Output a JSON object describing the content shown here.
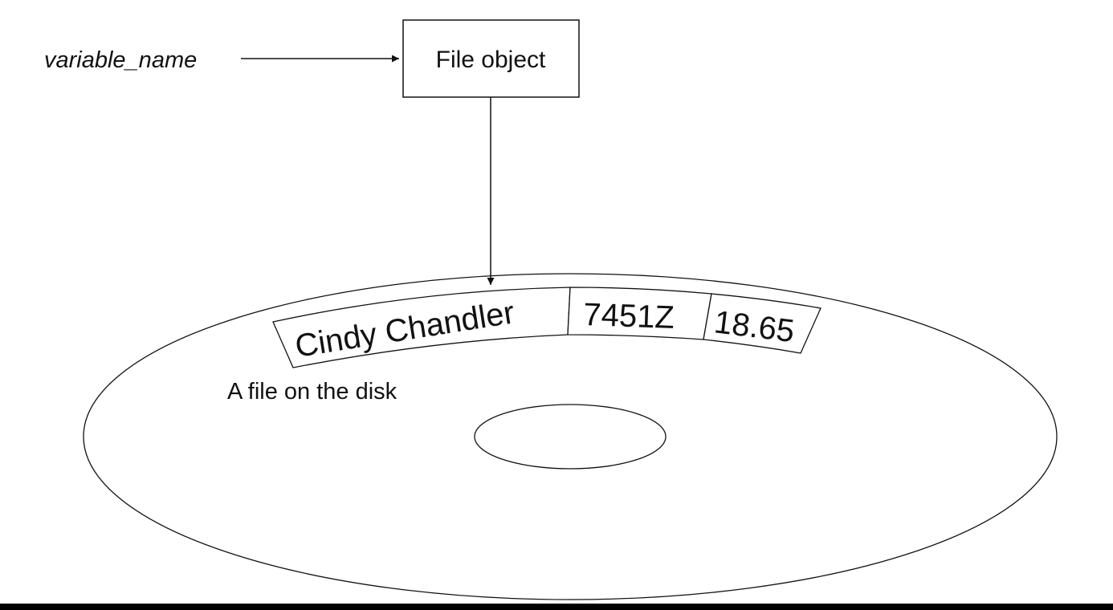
{
  "diagram": {
    "variable_label": "variable_name",
    "file_object_label": "File object",
    "records": [
      {
        "value": "Cindy Chandler"
      },
      {
        "value": "7451Z"
      },
      {
        "value": "18.65"
      }
    ],
    "disk_caption": "A file on the disk"
  },
  "colors": {
    "stroke": "#111111",
    "background": "#ffffff",
    "bottom_bar": "#000000"
  }
}
